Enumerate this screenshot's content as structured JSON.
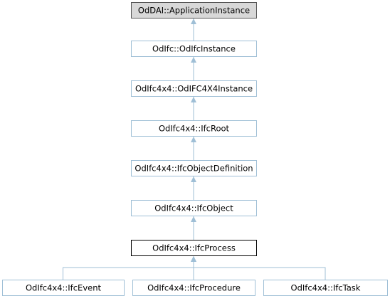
{
  "diagram": {
    "kind": "class-inheritance-graph",
    "colors": {
      "edge": "#9fbfd6",
      "node_border_default": "#9fbfd6",
      "node_fill_default": "#ffffff",
      "root_fill": "#d8d8d8",
      "root_border": "#555555",
      "current_border": "#000000"
    },
    "nodes": [
      {
        "id": "n0",
        "label": "OdDAI::ApplicationInstance",
        "style": "root"
      },
      {
        "id": "n1",
        "label": "OdIfc::OdIfcInstance",
        "style": "default"
      },
      {
        "id": "n2",
        "label": "OdIfc4x4::OdIFC4X4Instance",
        "style": "default"
      },
      {
        "id": "n3",
        "label": "OdIfc4x4::IfcRoot",
        "style": "default"
      },
      {
        "id": "n4",
        "label": "OdIfc4x4::IfcObjectDefinition",
        "style": "default"
      },
      {
        "id": "n5",
        "label": "OdIfc4x4::IfcObject",
        "style": "default"
      },
      {
        "id": "n6",
        "label": "OdIfc4x4::IfcProcess",
        "style": "current"
      },
      {
        "id": "n7",
        "label": "OdIfc4x4::IfcEvent",
        "style": "default"
      },
      {
        "id": "n8",
        "label": "OdIfc4x4::IfcProcedure",
        "style": "default"
      },
      {
        "id": "n9",
        "label": "OdIfc4x4::IfcTask",
        "style": "default"
      }
    ],
    "edges": [
      {
        "from": "n1",
        "to": "n0"
      },
      {
        "from": "n2",
        "to": "n1"
      },
      {
        "from": "n3",
        "to": "n2"
      },
      {
        "from": "n4",
        "to": "n3"
      },
      {
        "from": "n5",
        "to": "n4"
      },
      {
        "from": "n6",
        "to": "n5"
      },
      {
        "from": "n7",
        "to": "n6"
      },
      {
        "from": "n8",
        "to": "n6"
      },
      {
        "from": "n9",
        "to": "n6"
      }
    ]
  }
}
